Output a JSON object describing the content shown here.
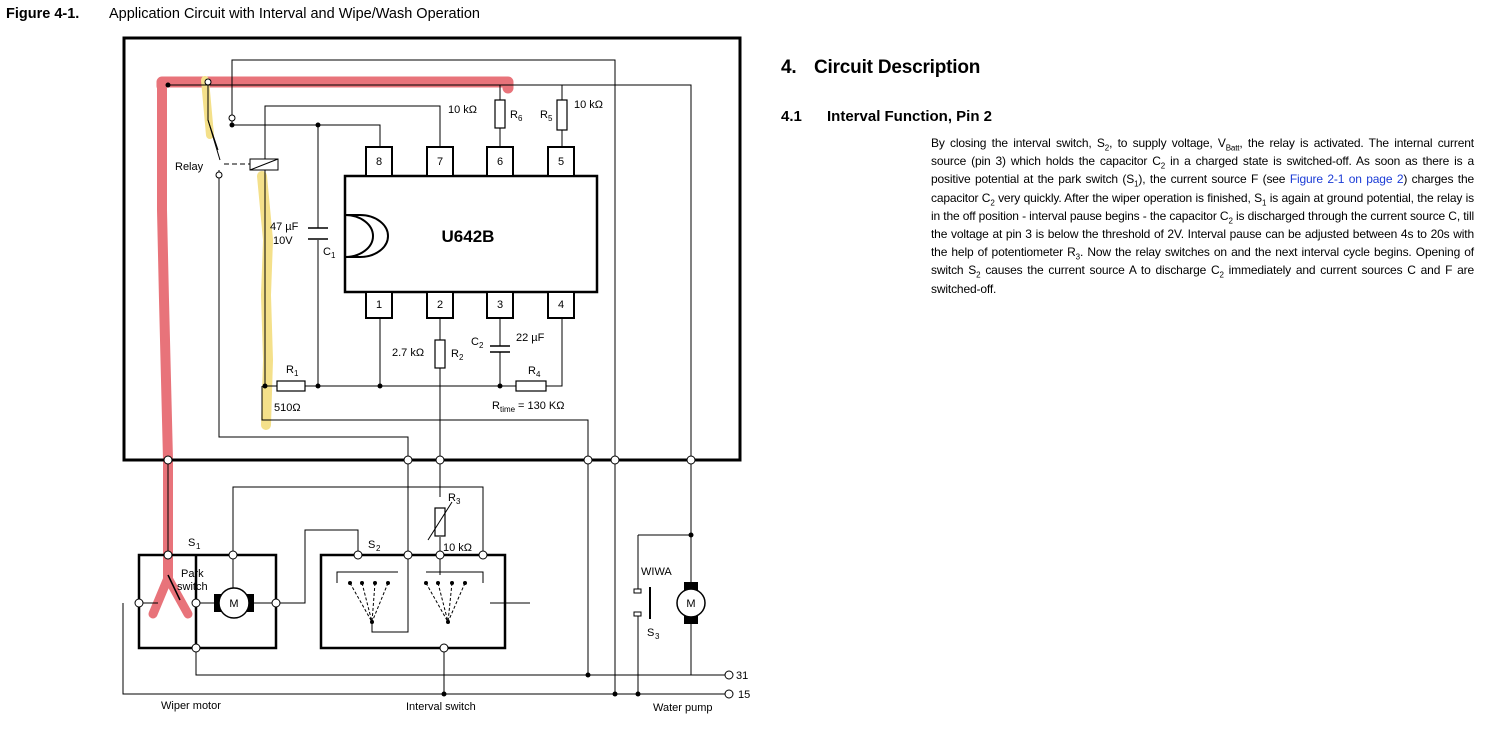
{
  "figure": {
    "number": "Figure 4-1.",
    "title": "Application Circuit with Interval and Wipe/Wash Operation"
  },
  "circuit": {
    "ic_name": "U642B",
    "pins_top": [
      "8",
      "7",
      "6",
      "5"
    ],
    "pins_bottom": [
      "1",
      "2",
      "3",
      "4"
    ],
    "labels": {
      "relay": "Relay",
      "c1_value": "47 µF",
      "c1_voltage": "10V",
      "c1_letter": "C",
      "c1_sub": "1",
      "r6_value": "10 kΩ",
      "r6_letter": "R",
      "r6_sub": "6",
      "r5_value": "10 kΩ",
      "r5_letter": "R",
      "r5_sub": "5",
      "r1_letter": "R",
      "r1_sub": "1",
      "r1_value": "510Ω",
      "r2_value": "2.7 kΩ",
      "r2_letter": "R",
      "r2_sub": "2",
      "c2_letter": "C",
      "c2_sub": "2",
      "c2_value": "22 µF",
      "r4_letter": "R",
      "r4_sub": "4",
      "rtime_letter": "R",
      "rtime_sub": "time",
      "rtime_value": "= 130 KΩ",
      "s1_letter": "S",
      "s1_sub": "1",
      "park_1": "Park",
      "park_2": "switch",
      "motor": "M",
      "s2_letter": "S",
      "s2_sub": "2",
      "r3_letter": "R",
      "r3_sub": "3",
      "r3_value": "10 kΩ",
      "wiwa": "WIWA",
      "s3_letter": "S",
      "s3_sub": "3",
      "pump_motor": "M",
      "terminal_31": "31",
      "terminal_15": "15",
      "wiper_motor": "Wiper motor",
      "interval_switch": "Interval switch",
      "water_pump": "Water pump"
    },
    "colors": {
      "highlight_red": "#e8737a",
      "highlight_yellow": "#f4e08a"
    }
  },
  "section": {
    "number": "4.",
    "title": "Circuit Description"
  },
  "subsection": {
    "number": "4.1",
    "title": "Interval Function, Pin 2"
  },
  "text": {
    "p1": "By closing the interval switch, S",
    "p1_sub": "2",
    "p2": ", to supply voltage, V",
    "p2_sub": "Batt",
    "p3": ", the relay is activated. The internal current source (pin 3) which holds the capacitor C",
    "p3_sub": "2",
    "p4": " in a charged state is switched-off. As soon as there is a positive potential at the park switch (S",
    "p4_sub": "1",
    "p5": "), the current source F (see ",
    "link": "Figure 2-1 on page 2",
    "p6": ") charges the capacitor C",
    "p6_sub": "2",
    "p7": " very quickly. After the wiper operation is finished, S",
    "p7_sub": "1",
    "p8": " is again at ground potential, the relay is in the off position - interval pause begins - the capacitor C",
    "p8_sub": "2",
    "p9": " is discharged through the current source C, till the voltage at pin 3 is below the threshold of 2V. Interval pause can be adjusted between 4s to 20s with the help of potentiometer R",
    "p9_sub": "3",
    "p10": ". Now the relay switches on and the next interval cycle begins. Opening of switch S",
    "p10_sub": "2",
    "p11": " causes the current source A to discharge C",
    "p11_sub": "2",
    "p12": " immediately and current sources C and F are switched-off."
  }
}
